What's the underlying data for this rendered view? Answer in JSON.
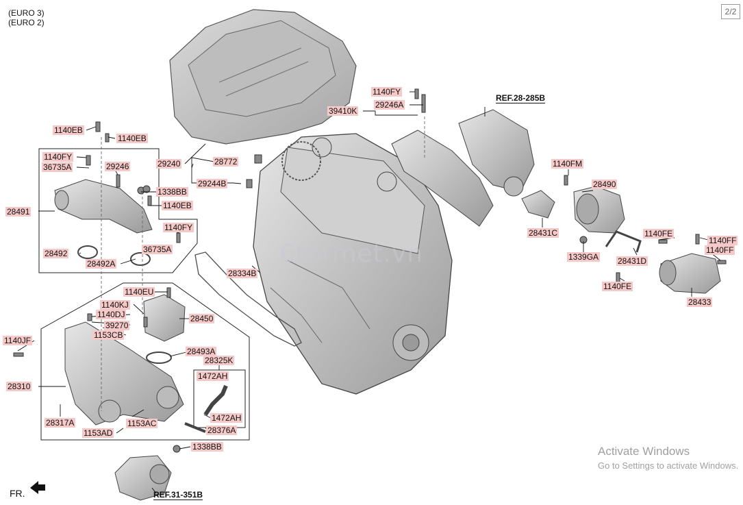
{
  "header": {
    "euro3": "(EURO 3)",
    "euro2": "(EURO 2)"
  },
  "page_indicator": "2/2",
  "orientation_label": "FR.",
  "references": {
    "turbo": "REF.28-285B",
    "throttle": "REF.31-351B"
  },
  "part_labels": {
    "p1140EB_a": "1140EB",
    "p1140EB_b": "1140EB",
    "p1140FY_a": "1140FY",
    "p36735A_a": "36735A",
    "p29246": "29246",
    "p28491": "28491",
    "p1338BB_a": "1338BB",
    "p1140EB_c": "1140EB",
    "p1140FY_b": "1140FY",
    "p36735A_b": "36735A",
    "p28492": "28492",
    "p28492A": "28492A",
    "p29240": "29240",
    "p28772": "28772",
    "p29244B": "29244B",
    "p1140FY_c": "1140FY",
    "p39410K": "39410K",
    "p29246A": "29246A",
    "p1140FM": "1140FM",
    "p28490": "28490",
    "p28431C": "28431C",
    "p1339GA": "1339GA",
    "p28431D": "28431D",
    "p1140FE_a": "1140FE",
    "p1140FE_b": "1140FE",
    "p1140FF_a": "1140FF",
    "p1140FF_b": "1140FF",
    "p28433": "28433",
    "p28334B": "28334B",
    "p1140EU": "1140EU",
    "p1140KJ": "1140KJ",
    "p1140DJ": "1140DJ",
    "p39270": "39270",
    "p1153CB": "1153CB",
    "p1140JF": "1140JF",
    "p28450": "28450",
    "p28493A": "28493A",
    "p28325K": "28325K",
    "p1472AH_a": "1472AH",
    "p1472AH_b": "1472AH",
    "p28310": "28310",
    "p28317A": "28317A",
    "p1153AC": "1153AC",
    "p1153AD": "1153AD",
    "p28376A": "28376A",
    "p1338BB_b": "1338BB"
  },
  "watermark": {
    "line1": "Activate Windows",
    "line2": "Go to Settings to activate Windows.",
    "brand": "6tormet.vn"
  },
  "colors": {
    "label_highlight": "#f6c9c9",
    "part_fill": "#c8c8c8",
    "part_stroke": "#555555"
  }
}
